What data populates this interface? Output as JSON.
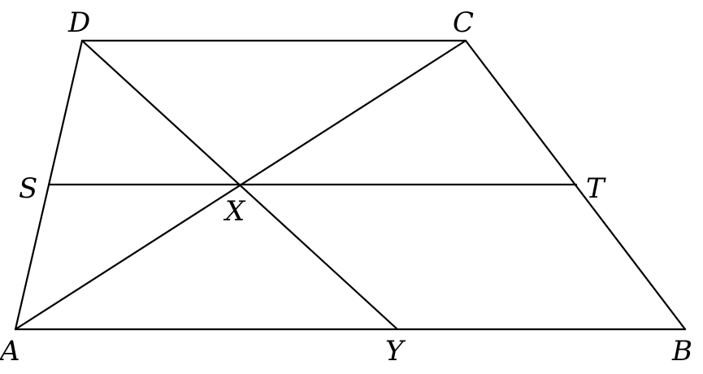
{
  "points": [
    {
      "id": "A",
      "label": "A"
    },
    {
      "id": "B",
      "label": "B"
    },
    {
      "id": "C",
      "label": "C"
    },
    {
      "id": "D",
      "label": "D"
    },
    {
      "id": "S",
      "label": "S"
    },
    {
      "id": "T",
      "label": "T"
    },
    {
      "id": "X",
      "label": "X"
    },
    {
      "id": "Y",
      "label": "Y"
    }
  ],
  "segments": [
    {
      "id": "AB",
      "from": "A",
      "to": "B"
    },
    {
      "id": "BC",
      "from": "B",
      "to": "C"
    },
    {
      "id": "CD",
      "from": "C",
      "to": "D"
    },
    {
      "id": "DA",
      "from": "D",
      "to": "A"
    },
    {
      "id": "AC",
      "from": "A",
      "to": "C"
    },
    {
      "id": "DY",
      "from": "D",
      "to": "Y"
    },
    {
      "id": "ST",
      "from": "S",
      "to": "T"
    }
  ]
}
